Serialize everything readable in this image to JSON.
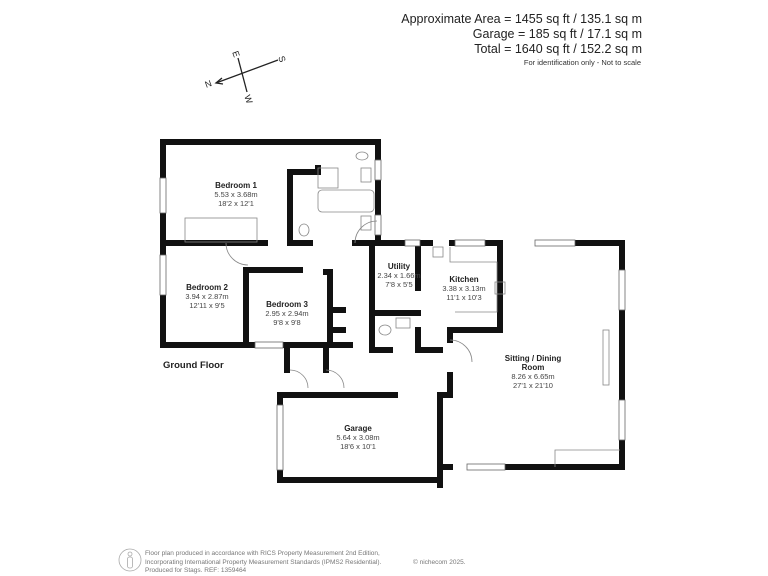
{
  "areas": {
    "approximate": "Approximate Area = 1455 sq ft / 135.1 sq m",
    "garage": "Garage = 185 sq ft / 17.1 sq m",
    "total": "Total = 1640 sq ft / 152.2 sq m",
    "note": "For identification only - Not to scale"
  },
  "compass": {
    "n": "N",
    "s": "S",
    "e": "E",
    "w": "W"
  },
  "floor_label": "Ground Floor",
  "rooms": [
    {
      "name": "Bedroom 1",
      "metric": "5.53 x 3.68m",
      "imperial": "18'2 x 12'1"
    },
    {
      "name": "Bedroom 2",
      "metric": "3.94 x 2.87m",
      "imperial": "12'11 x 9'5"
    },
    {
      "name": "Bedroom 3",
      "metric": "2.95 x 2.94m",
      "imperial": "9'8 x 9'8"
    },
    {
      "name": "Utility",
      "metric": "2.34 x 1.66m",
      "imperial": "7'8 x 5'5"
    },
    {
      "name": "Kitchen",
      "metric": "3.38 x 3.13m",
      "imperial": "11'1 x 10'3"
    },
    {
      "name": "Sitting / Dining Room",
      "metric": "8.26 x 6.65m",
      "imperial": "27'1 x 21'10"
    },
    {
      "name": "Garage",
      "metric": "5.64 x 3.08m",
      "imperial": "18'6 x 10'1"
    }
  ],
  "footer": {
    "line1": "Floor plan produced in accordance with RICS Property Measurement 2nd Edition,",
    "line2": "Incorporating International Property Measurement Standards (IPMS2 Residential).",
    "line3": "Produced for Stags.   REF: 1359464",
    "copyright": "© nichecom 2025."
  }
}
